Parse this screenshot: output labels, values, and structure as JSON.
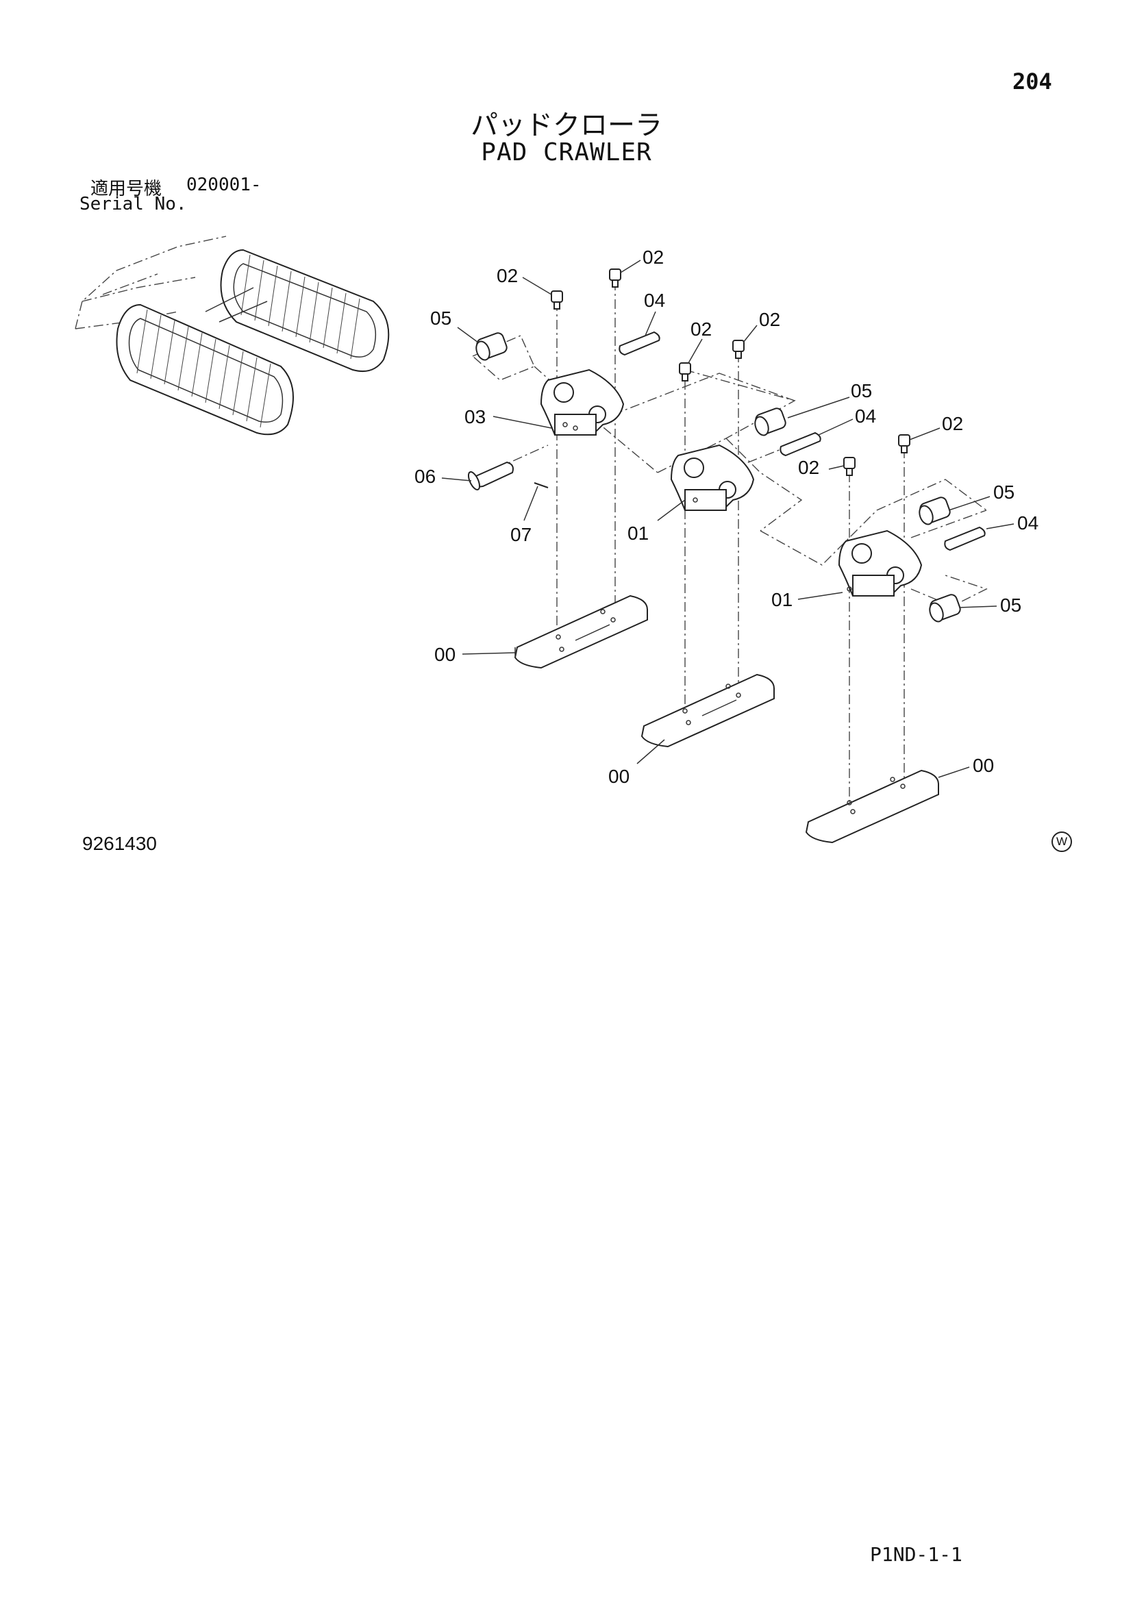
{
  "page_number": "204",
  "title_ja": "パッドクローラ",
  "title_en": "PAD CRAWLER",
  "serial": {
    "label_ja": "適用号機",
    "value": "020001-",
    "label_en": "Serial No."
  },
  "figure_number": "9261430",
  "w_mark": "W",
  "footer_code": "P1ND-1-1",
  "callouts": {
    "c02a": "02",
    "c02b": "02",
    "c02c": "02",
    "c02d": "02",
    "c02e": "02",
    "c02f": "02",
    "c04a": "04",
    "c04b": "04",
    "c04c": "04",
    "c05a": "05",
    "c05b": "05",
    "c05c": "05",
    "c05d": "05",
    "c03": "03",
    "c06": "06",
    "c07": "07",
    "c01a": "01",
    "c01b": "01",
    "c00a": "00",
    "c00b": "00",
    "c00c": "00"
  }
}
